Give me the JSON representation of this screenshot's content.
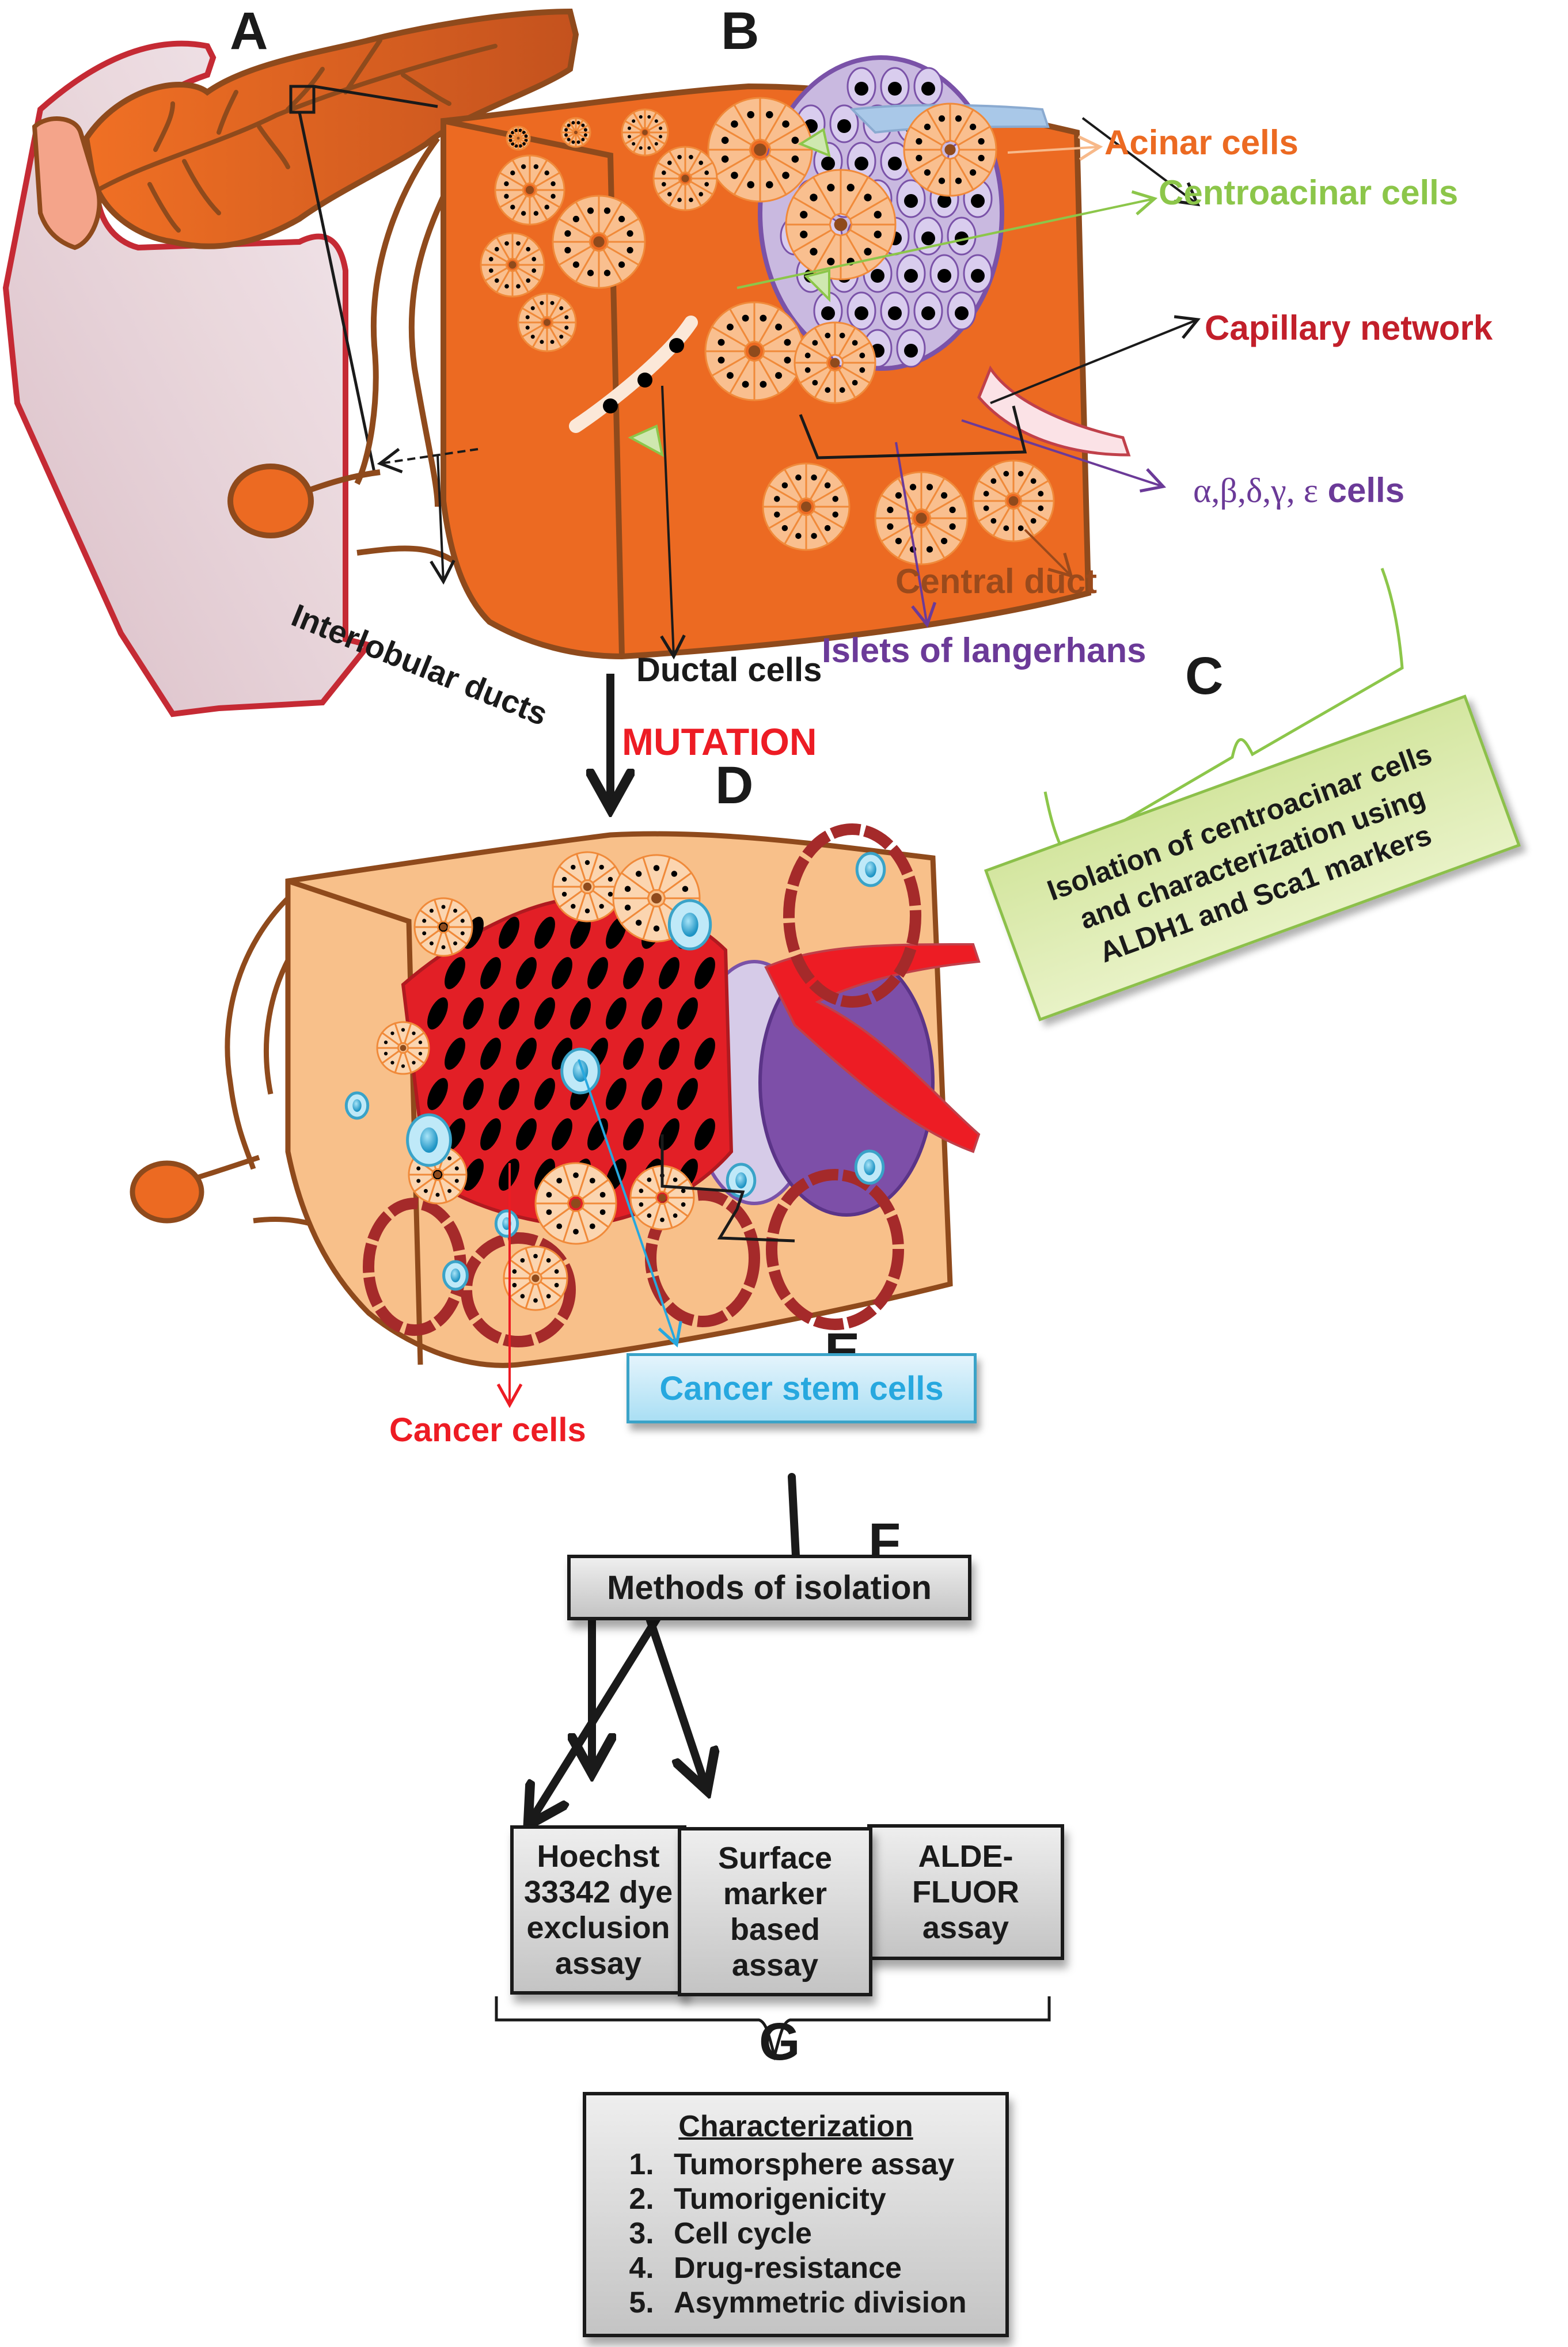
{
  "panels": {
    "A": "A",
    "B": "B",
    "C": "C",
    "D": "D",
    "E": "E",
    "F": "F",
    "G": "G"
  },
  "colors": {
    "tissue_normal": "#ec6a22",
    "tissue_outline": "#8f4a1c",
    "tissue_cancer": "#f8c08a",
    "acinar_cell": "#f9bf8f",
    "centroacinar_cell": "#cfe8b0",
    "islet_cell": "#c9b9e0",
    "cancer_cell": "#e21f26",
    "cancer_stem_cell": "#8fd4ee",
    "label_acinar": "#ec6a22",
    "label_centroacinar": "#8cc64a",
    "label_capillary": "#c21f2a",
    "label_islet": "#6b3a98",
    "label_central_duct": "#9a4a1c",
    "label_mutation": "#ed1c24",
    "label_cancer_cells": "#ed1c24",
    "label_csc": "#27a8df"
  },
  "panel_B_labels": {
    "acinar_cells": "Acinar cells",
    "centroacinar_cells": "Centroacinar cells",
    "capillary_network": "Capillary network",
    "islet_cell_types_greek": "α,β,δ,γ, ε",
    "islet_cell_types_suffix": "cells",
    "central_duct": "Central duct",
    "islets_of_langerhans": "Islets of langerhans",
    "ductal_cells": "Ductal cells",
    "interlobular_ducts": "Interlobular ducts"
  },
  "transition": {
    "mutation": "MUTATION"
  },
  "panel_C": {
    "lines": [
      "Isolation of centroacinar cells",
      "and characterization using",
      "ALDH1 and Sca1 markers"
    ]
  },
  "panel_D_labels": {
    "cancer_cells": "Cancer cells"
  },
  "panel_E": {
    "cancer_stem_cells": "Cancer stem cells"
  },
  "panel_F": {
    "title": "Methods of isolation",
    "methods": [
      {
        "lines": [
          "Hoechst",
          "33342 dye",
          "exclusion",
          "assay"
        ]
      },
      {
        "lines": [
          "Surface",
          "marker",
          "based",
          "assay"
        ]
      },
      {
        "lines": [
          "ALDE-",
          "FLUOR",
          "assay"
        ]
      }
    ]
  },
  "panel_G": {
    "title": "Characterization",
    "items": [
      {
        "num": "1.",
        "text": "Tumorsphere assay"
      },
      {
        "num": "2.",
        "text": "Tumorigenicity"
      },
      {
        "num": "3.",
        "text": "Cell cycle"
      },
      {
        "num": "4.",
        "text": "Drug-resistance"
      },
      {
        "num": "5.",
        "text": "Asymmetric division"
      }
    ]
  }
}
